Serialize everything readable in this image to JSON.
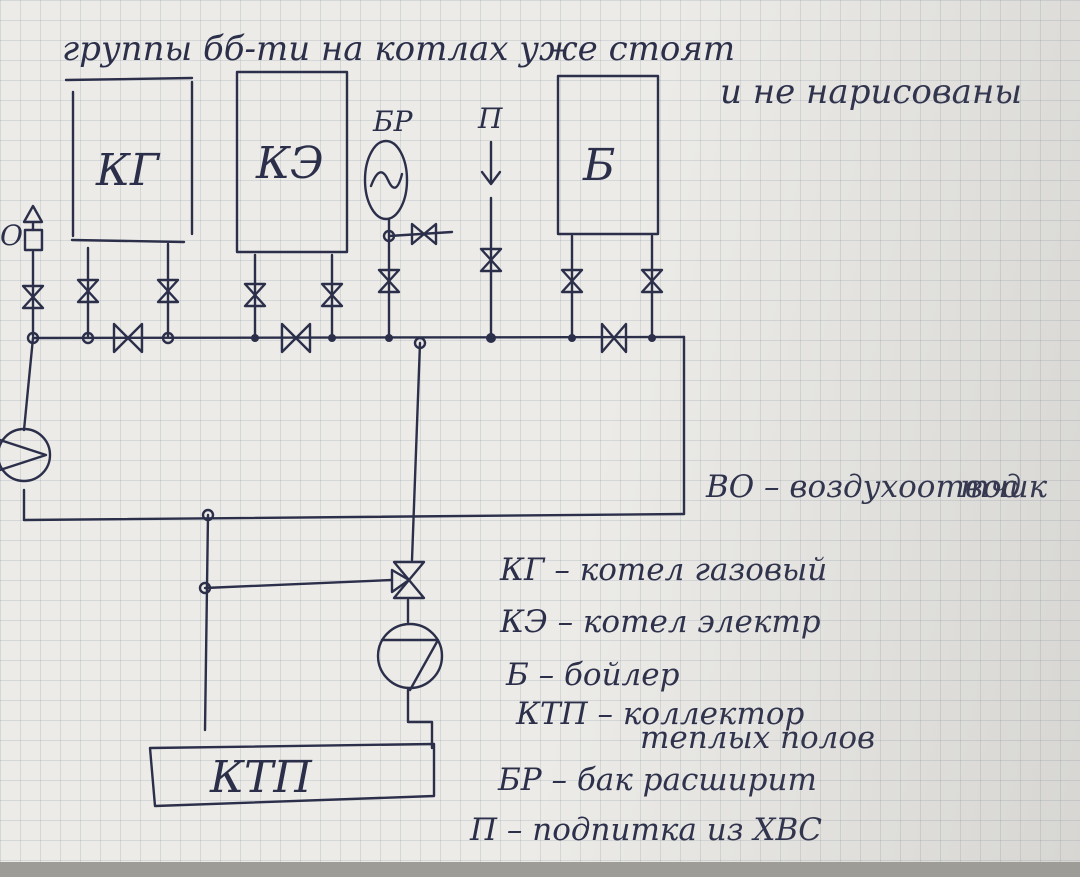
{
  "note": {
    "line1": "группы бб-ти на котлах уже стоят",
    "line2": "и не нарисованы"
  },
  "units": {
    "kg": "КГ",
    "ke": "КЭ",
    "b": "Б",
    "br": "БР",
    "p": "П",
    "vo": "О",
    "ktp": "КТП"
  },
  "legend": [
    "ВО – воздухоотвод",
    "тчик",
    "КГ – котел газовый",
    "КЭ – котел электр",
    "Б – бойлер",
    "КТП – коллектор",
    "теплых полов",
    "БР – бак расширит",
    "П – подпитка из ХВС"
  ],
  "colors": {
    "ink": "#2b2f4a",
    "paper": "#ecebe7",
    "grid": "#5a6e8c"
  }
}
